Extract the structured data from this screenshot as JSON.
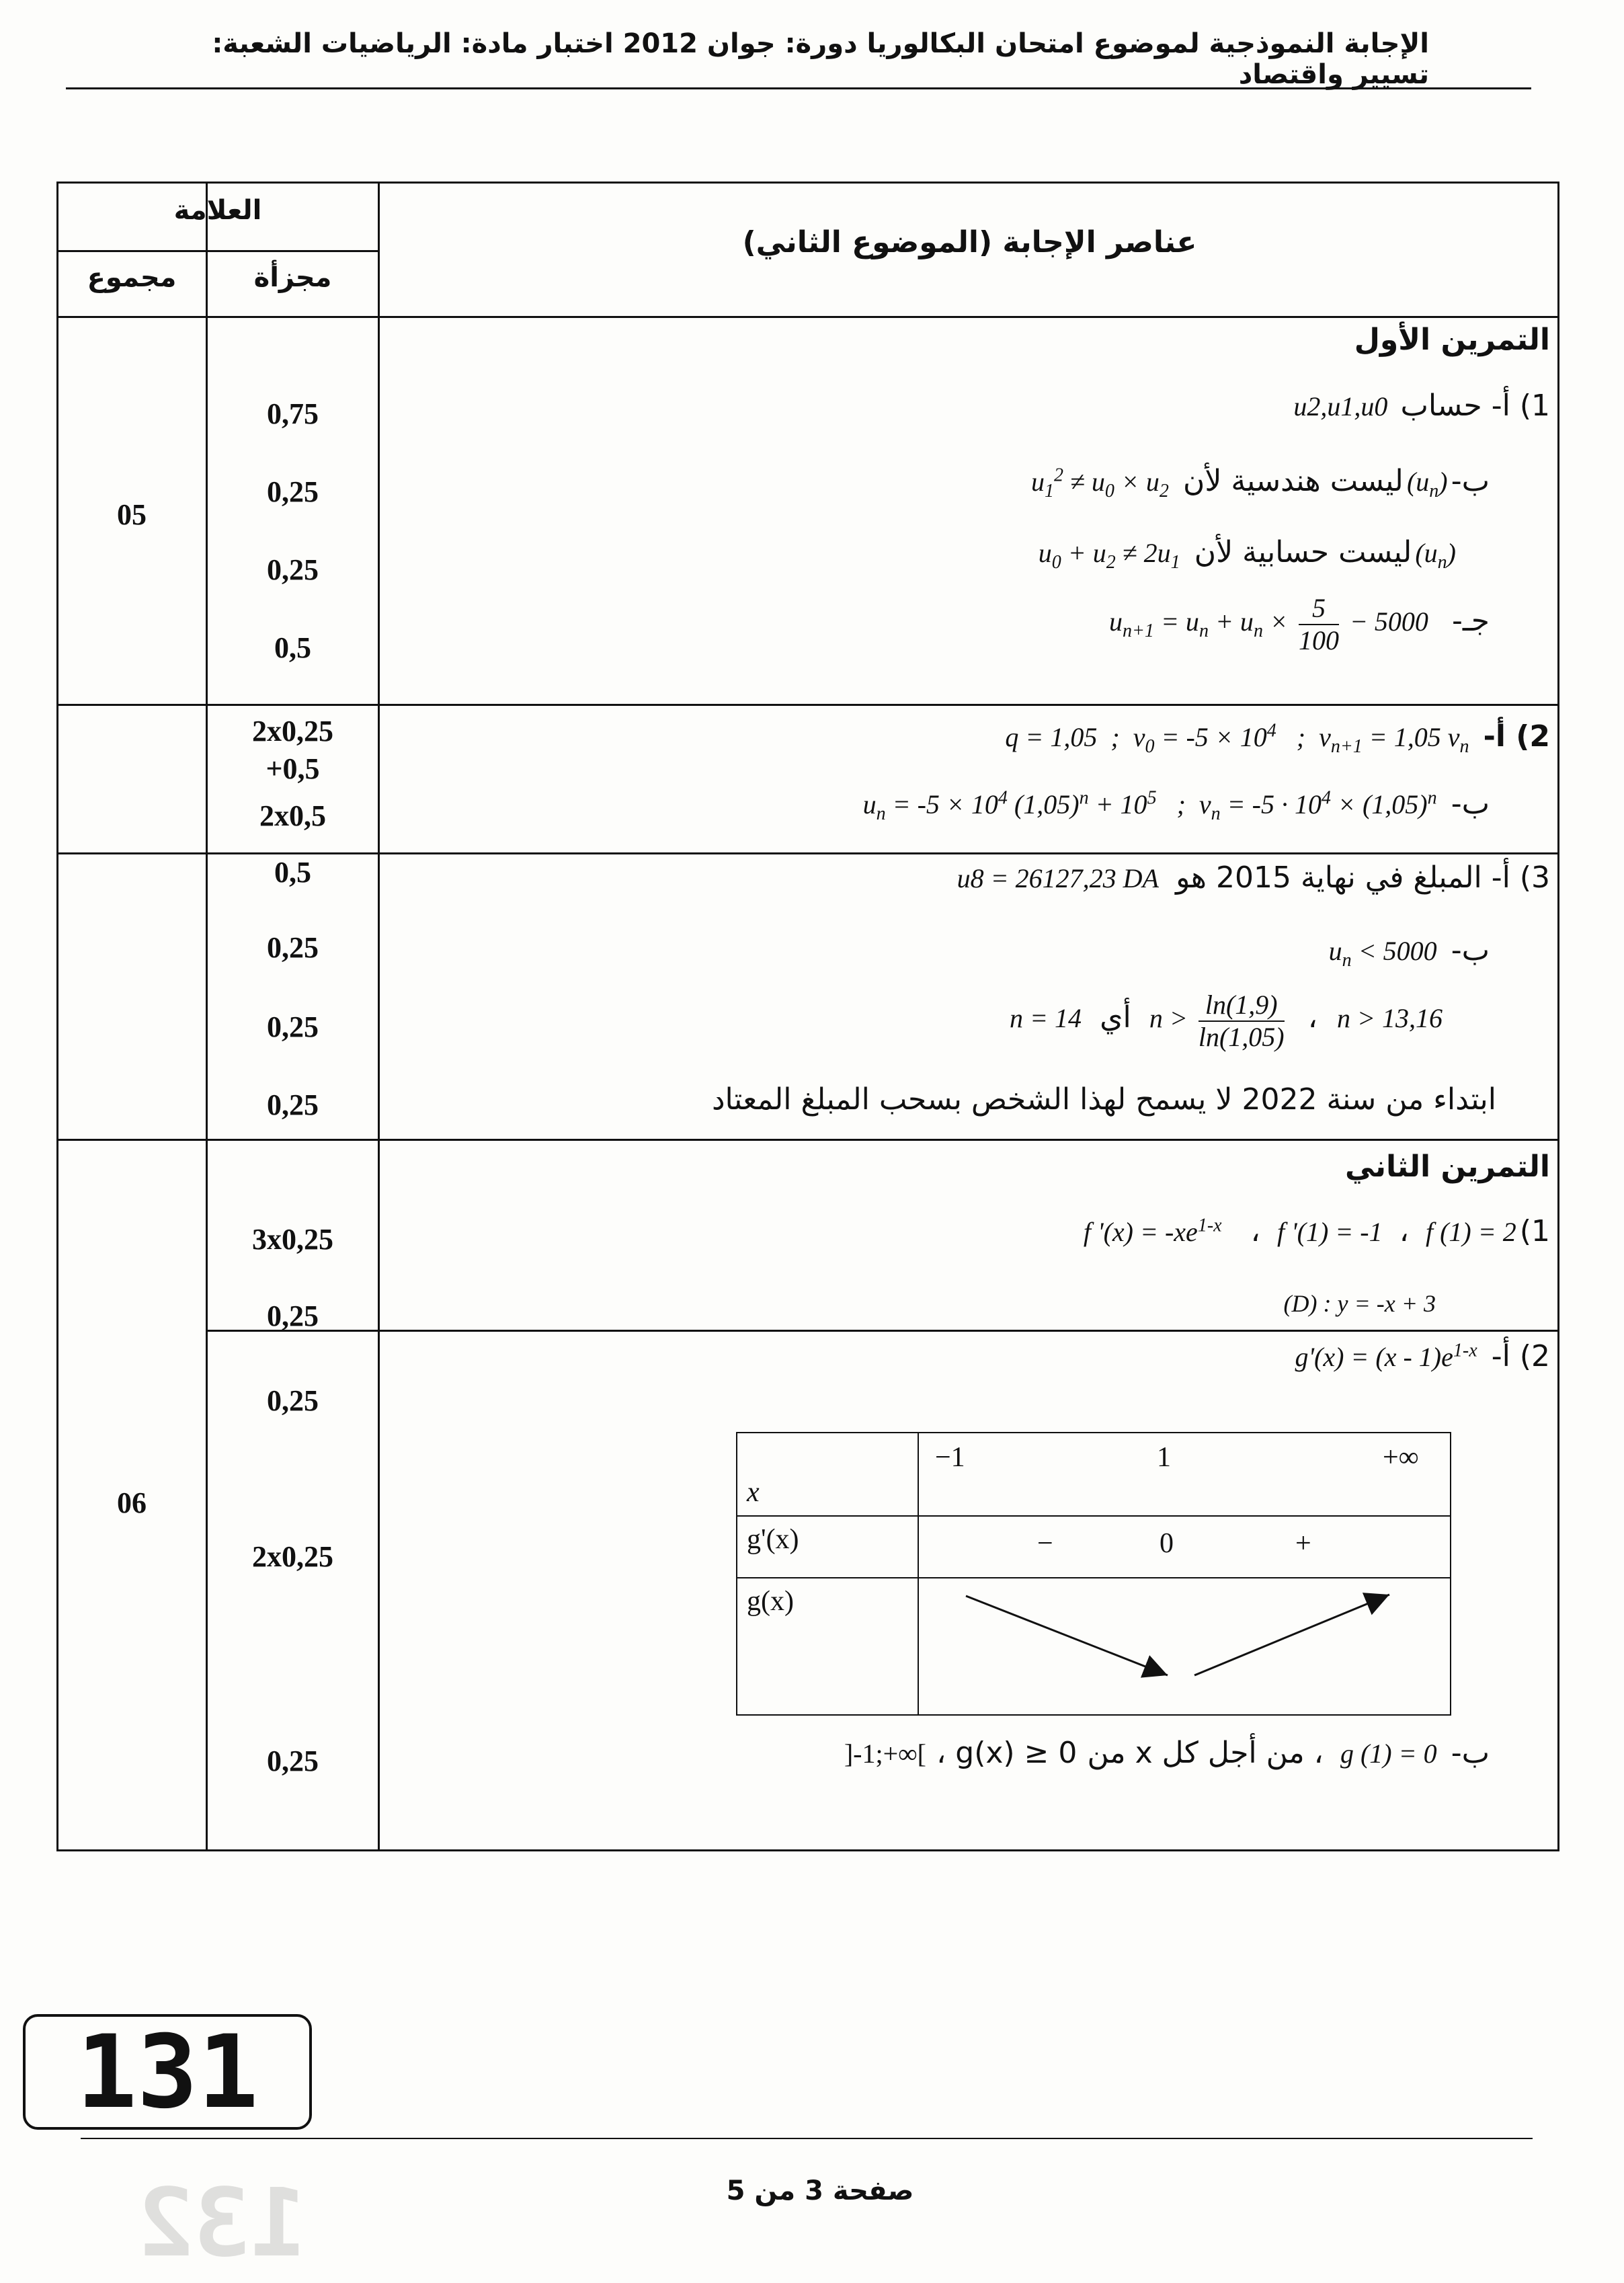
{
  "header": {
    "text": "الإجابة النموذجية لموضوع امتحان البكالوريا دورة: جوان 2012 اختبار مادة: الرياضيات الشعبة: تسيير واقتصاد"
  },
  "table_head": {
    "grade": "العلامة",
    "content": "عناصر الإجابة (الموضوع الثاني)",
    "partial": "مجزأة",
    "total": "مجموع"
  },
  "ex1": {
    "title": "التمرين الأول",
    "q1a_label": "1) أ- حساب",
    "q1a_math": "u2,u1,u0",
    "q1b_label": "ب-",
    "q1b_text": "ليست هندسية لأن",
    "q1c_text": "ليست حسابية لأن",
    "q1d_label": "جـ-",
    "q2a_label": "2) أ-",
    "q2b_label": "ب-",
    "q3a_label": "3) أ- المبلغ في نهاية 2015 هو",
    "q3a_math": "u8 = 26127,23 DA",
    "q3b_label": "ب-",
    "q3c_and": "أي",
    "q3c_comma": "،",
    "q3d_text": "ابتداء من سنة 2022 لا يسمح لهذا الشخص بسحب المبلغ المعتاد",
    "partial": [
      "0,75",
      "0,25",
      "0,25",
      "0,5",
      "2x0,25",
      "+0,5",
      "2x0,5",
      "0,5",
      "0,25",
      "0,25",
      "0,25"
    ],
    "total": "05"
  },
  "ex2": {
    "title": "التمرين الثاني",
    "q1_label": "1)",
    "q1_comma": "،",
    "q2_label": "2) أ-",
    "qb_label": "ب-",
    "qb_text": "، من أجل كل x من",
    "qb_tail": "، g(x) ≥ 0",
    "partial": [
      "3x0,25",
      "0,25",
      "0,25",
      "2x0,25",
      "0,25"
    ],
    "total": "06",
    "variation": {
      "row_x": "x",
      "row_gp": "g'(x)",
      "row_g": "g(x)",
      "x_values": [
        "−1",
        "1",
        "+∞"
      ],
      "signs": [
        "−",
        "0",
        "+"
      ]
    }
  },
  "stamp": {
    "number": "131",
    "faded": "132"
  },
  "footer": {
    "page": "صفحة 3 من 5"
  }
}
